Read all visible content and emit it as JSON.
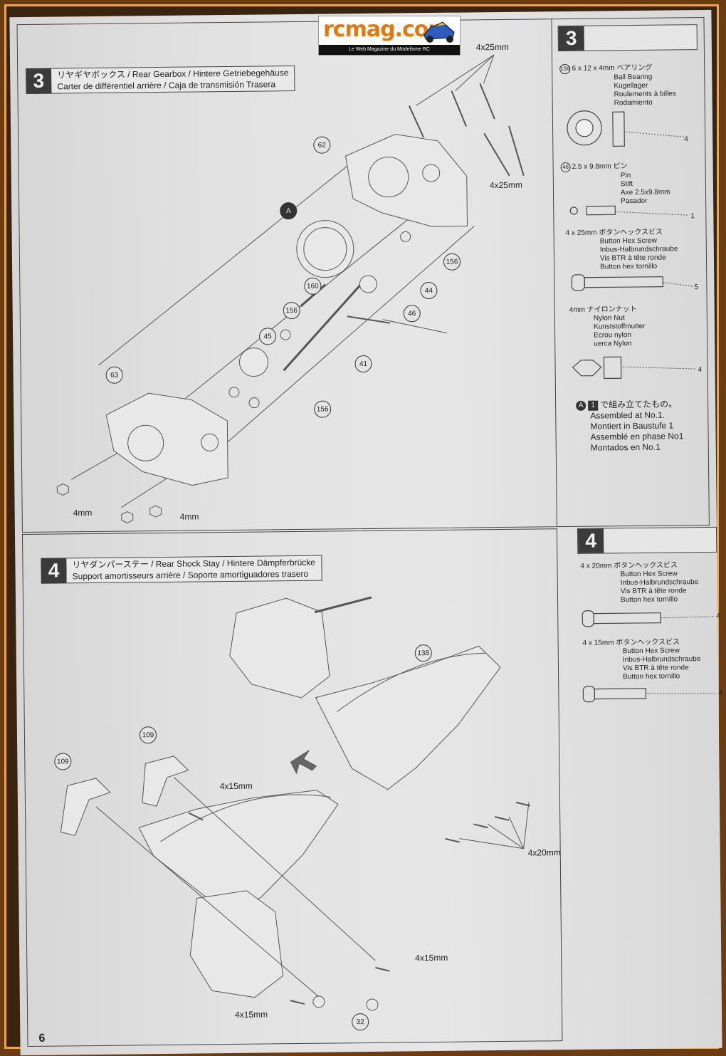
{
  "logo": {
    "brand": "rcmag.com",
    "tagline": "Le Web Magazine du Modelisme RC"
  },
  "page_number": "6",
  "step3": {
    "number": "3",
    "title_line1": "リヤギヤボックス  / Rear Gearbox / Hintere Getriebegehäuse",
    "title_line2": "Carter de différentiel arrière / Caja de transmisión Trasera",
    "callouts": [
      "62",
      "A",
      "156",
      "44",
      "160",
      "156",
      "46",
      "45",
      "41",
      "63",
      "156"
    ],
    "dims": {
      "top": "4x25mm",
      "right": "4x25mm",
      "nut_left": "4mm",
      "nut_right": "4mm"
    }
  },
  "step3_parts": {
    "number": "3",
    "bearing": {
      "id": "156",
      "size": "6 x 12 x 4mm",
      "jp": "ベアリング",
      "names": [
        "Ball Bearing",
        "Kugellager",
        "Roulements à billes",
        "Rodamiento"
      ],
      "qty": "4"
    },
    "pin": {
      "id": "46",
      "size": "2.5 x 9.8mm",
      "jp": "ピン",
      "names": [
        "Pin",
        "Stift",
        "Axe 2.5x9.8mm",
        "Pasador"
      ],
      "qty": "1"
    },
    "screw": {
      "size": "4 x 25mm",
      "jp": "ボタンヘックスビス",
      "names": [
        "Button Hex Screw",
        "Inbus-Halbrundschraube",
        "Vis BTR à tête ronde",
        "Button hex tornillo"
      ],
      "qty": "5"
    },
    "nut": {
      "size": "4mm",
      "jp": "ナイロンナット",
      "names": [
        "Nylon Nut",
        "Kunststoffmutter",
        "Ecrou nylon",
        "uerca Nylon"
      ],
      "qty": "4"
    },
    "note": {
      "badge_a": "A",
      "badge_1": "1",
      "jp": "で組み立てたもの。",
      "lines": [
        "Assembled at No.1.",
        "Montiert in Baustufe 1",
        "Assemblé en phase No1",
        "Montados en No.1"
      ]
    }
  },
  "step4": {
    "number": "4",
    "title_line1": "リヤダンパーステー / Rear Shock Stay / Hintere Dämpferbrücke",
    "title_line2": "Support amortisseurs arrière / Soporte amortiguadores trasero",
    "callouts": [
      "138",
      "109",
      "109",
      "32"
    ],
    "dims": {
      "mid": "4x15mm",
      "right": "4x20mm",
      "bottom_right": "4x15mm",
      "bottom_left": "4x15mm"
    }
  },
  "step4_parts": {
    "number": "4",
    "screw20": {
      "size": "4 x 20mm",
      "jp": "ボタンヘックスビス",
      "names": [
        "Button Hex Screw",
        "Inbus-Halbrundschraube",
        "Vis BTR à tête ronde",
        "Button hex tornillo"
      ],
      "qty": "4"
    },
    "screw15": {
      "size": "4 x 15mm",
      "jp": "ボタンヘックスビス",
      "names": [
        "Button Hex Screw",
        "Inbus-Halbrundschraube",
        "Vis BTR à tête ronde",
        "Button hex tornillo"
      ],
      "qty": "4"
    }
  }
}
